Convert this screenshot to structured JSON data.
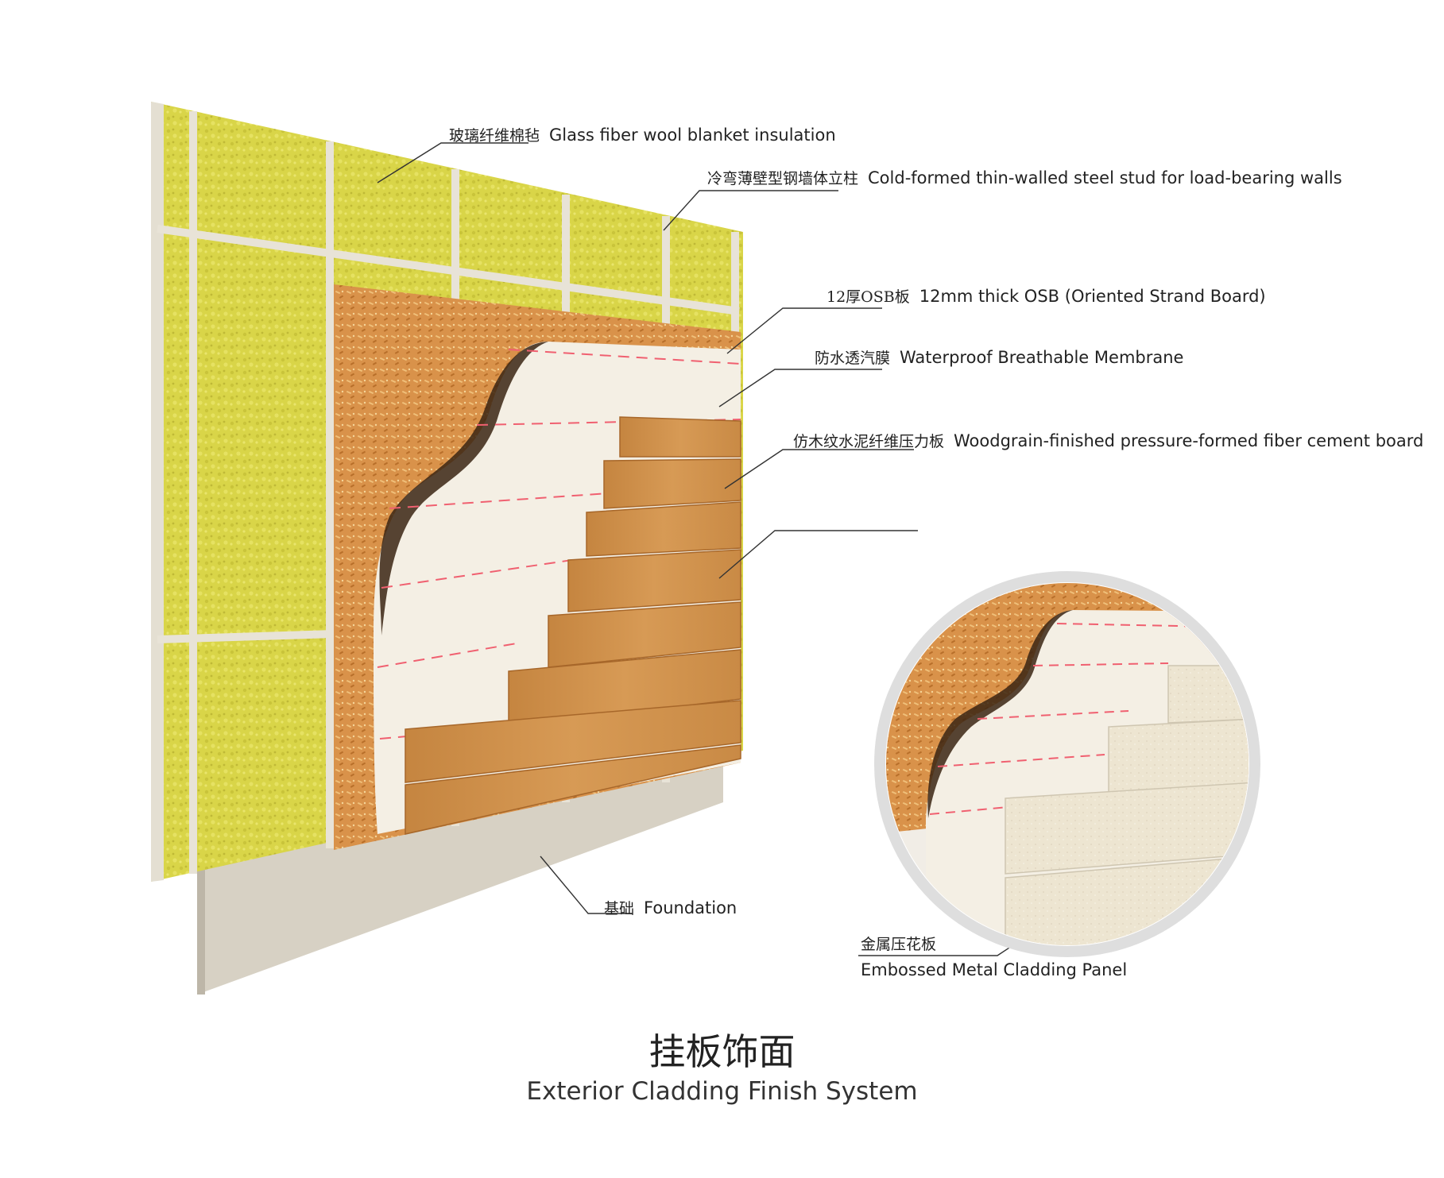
{
  "labels": {
    "insulation": {
      "zh": "玻璃纤维棉毡",
      "en": "Glass fiber wool blanket insulation"
    },
    "stud": {
      "zh": "冷弯薄壁型钢墙体立柱",
      "en": "Cold-formed thin-walled steel stud for load-bearing walls"
    },
    "osb": {
      "zh": "12厚OSB板",
      "en": "12mm thick OSB (Oriented Strand Board)"
    },
    "membrane": {
      "zh": "防水透汽膜",
      "en": "Waterproof Breathable Membrane"
    },
    "cement_board": {
      "zh": "仿木纹水泥纤维压力板",
      "en": "Woodgrain-finished pressure-formed fiber cement board"
    },
    "foundation": {
      "zh": "基础",
      "en": "Foundation"
    },
    "metal_panel": {
      "zh": "金属压花板",
      "en": "Embossed Metal Cladding Panel"
    }
  },
  "title": {
    "zh": "挂板饰面",
    "en": "Exterior Cladding Finish System"
  },
  "colors": {
    "insulation": "#d8d54a",
    "stud": "#e7e2d6",
    "osb": "#d9924a",
    "membrane": "#f4efe4",
    "membrane_dash": "#f06070",
    "wood": "#cf8e48",
    "foundation": "#d9d3c7",
    "metal": "#ece3cf"
  }
}
